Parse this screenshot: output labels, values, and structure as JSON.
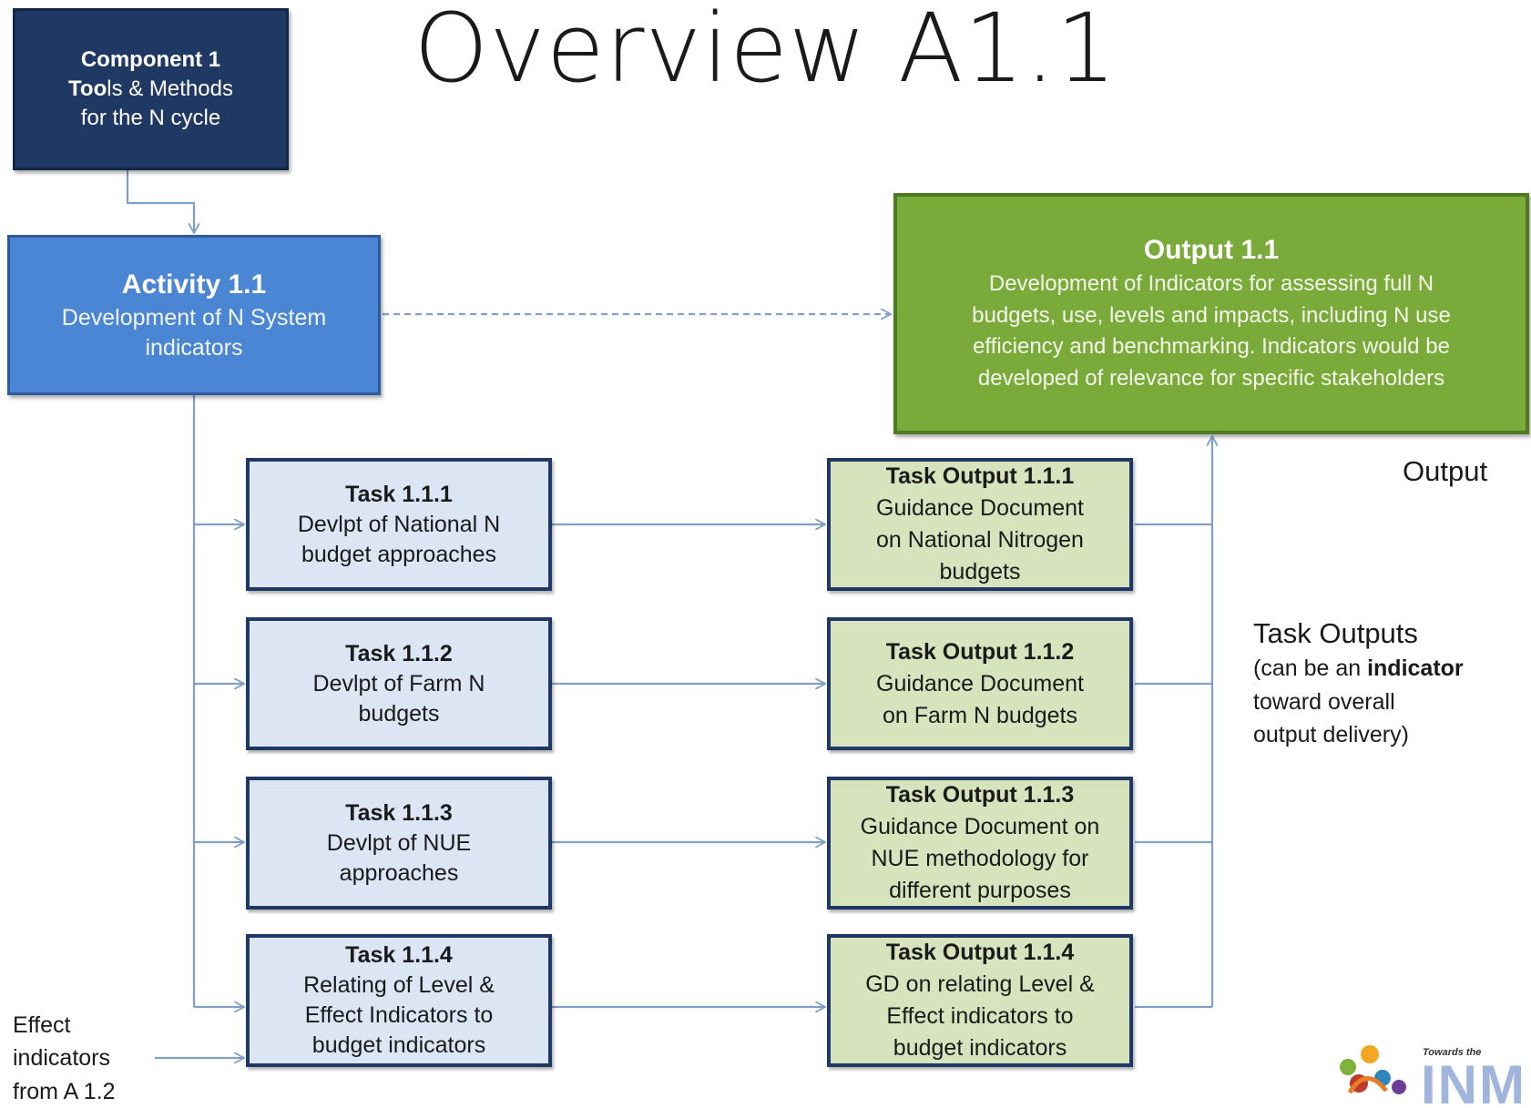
{
  "title": "Overview A1.1",
  "component": {
    "line1": "Component 1",
    "line2_bold": "Too",
    "line2_rest": "ls & Methods",
    "line3": "for the N cycle"
  },
  "activity": {
    "heading": "Activity 1.1",
    "line1": "Development of N System",
    "line2": "indicators"
  },
  "output": {
    "heading": "Output 1.1",
    "lines": [
      "Development of Indicators for assessing full N",
      "budgets, use, levels and impacts, including N use",
      "efficiency and benchmarking. Indicators would be",
      "developed of relevance for specific stakeholders"
    ]
  },
  "tasks": [
    {
      "heading": "Task 1.1.1",
      "lines": [
        "Devlpt of National N",
        "budget approaches"
      ]
    },
    {
      "heading": "Task 1.1.2",
      "lines": [
        "Devlpt of Farm N",
        "budgets"
      ]
    },
    {
      "heading": "Task 1.1.3",
      "lines": [
        "Devlpt of NUE",
        "approaches"
      ]
    },
    {
      "heading": "Task 1.1.4",
      "lines": [
        "Relating of Level &",
        "Effect Indicators to",
        "budget indicators"
      ]
    }
  ],
  "task_outputs": [
    {
      "heading": "Task Output 1.1.1",
      "lines": [
        "Guidance Document",
        "on National Nitrogen",
        "budgets"
      ]
    },
    {
      "heading": "Task Output 1.1.2",
      "lines": [
        "Guidance Document",
        "on Farm N budgets"
      ]
    },
    {
      "heading": "Task Output 1.1.3",
      "lines": [
        "Guidance Document on",
        "NUE methodology for",
        "different purposes"
      ]
    },
    {
      "heading": "Task Output 1.1.4",
      "lines": [
        "GD on relating Level &",
        "Effect indicators to",
        "budget indicators"
      ]
    }
  ],
  "side_labels": {
    "output": "Output",
    "task_outputs_heading": "Task Outputs",
    "task_outputs_line1_pre": "(can be an ",
    "task_outputs_line1_bold": "indicator",
    "task_outputs_line2": "toward overall",
    "task_outputs_line3": "output delivery)",
    "effect_line1": "Effect",
    "effect_line2": "indicators",
    "effect_line3": "from A 1.2"
  },
  "logo": {
    "small_text": "Towards the",
    "big_text": "INM"
  },
  "colors": {
    "component_fill": "#1f3864",
    "activity_fill": "#4a86d4",
    "output_fill": "#7aab3a",
    "task_fill": "#dbe5f4",
    "task_output_fill": "#d6e3bd",
    "connector": "#7f9fc6"
  }
}
